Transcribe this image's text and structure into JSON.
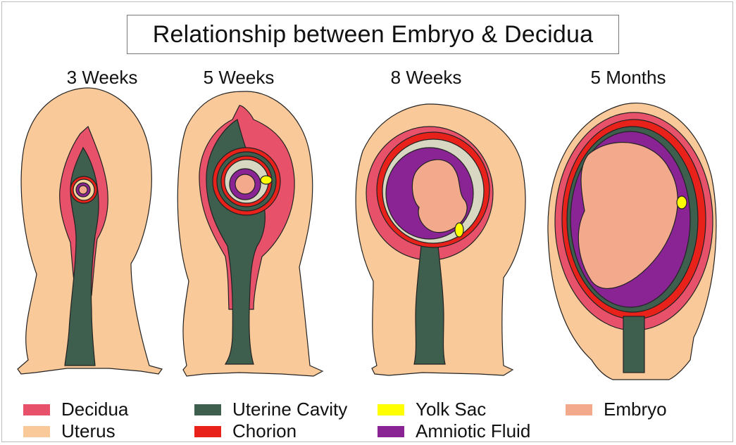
{
  "title": "Relationship between Embryo & Decidua",
  "stages": [
    "3 Weeks",
    "5 Weeks",
    "8 Weeks",
    "5 Months"
  ],
  "legend": [
    {
      "label": "Decidua",
      "color": "#e8516a"
    },
    {
      "label": "Uterus",
      "color": "#f9c999"
    },
    {
      "label": "Uterine Cavity",
      "color": "#3e5e4e"
    },
    {
      "label": "Chorion",
      "color": "#e8211b"
    },
    {
      "label": "Yolk Sac",
      "color": "#ffff00"
    },
    {
      "label": "Amniotic Fluid",
      "color": "#8a2494"
    },
    {
      "label": "Embryo",
      "color": "#f3a98c"
    }
  ]
}
